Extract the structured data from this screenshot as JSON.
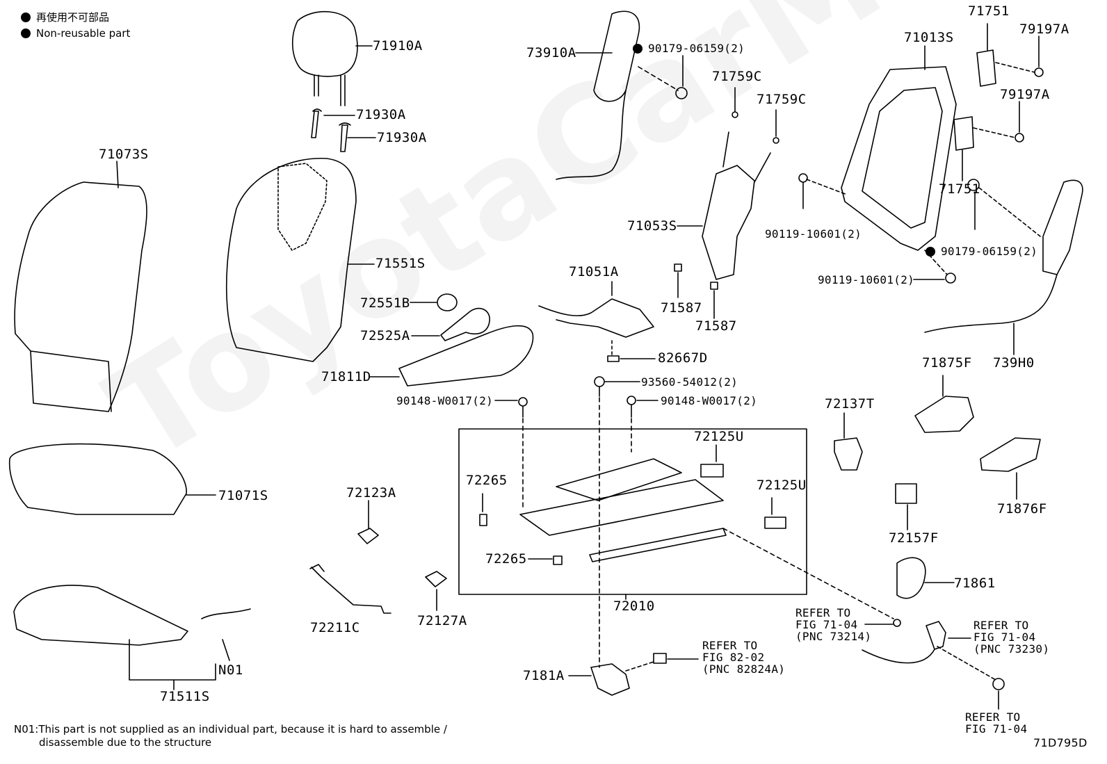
{
  "legend": {
    "jp_label": "再使用不可部品",
    "en_label": "Non-reusable part"
  },
  "watermark": "ToyotaCarMax.ru",
  "diagram_code": "71D795D",
  "footnote": {
    "line1": "N01:This part is not supplied as an individual part, because it is hard to assemble /",
    "line2": "disassemble due to the structure"
  },
  "parts": {
    "p71910A": "71910A",
    "p71930A_1": "71930A",
    "p71930A_2": "71930A",
    "p71073S": "71073S",
    "p71551S": "71551S",
    "p72551B": "72551B",
    "p72525A": "72525A",
    "p71811D": "71811D",
    "p71071S": "71071S",
    "p71511S": "71511S",
    "pN01": "N01",
    "p72211C": "72211C",
    "p72123A": "72123A",
    "p72127A": "72127A",
    "p73910A": "73910A",
    "p90179_1": "90179-06159(2)",
    "p71759C_1": "71759C",
    "p71759C_2": "71759C",
    "p71053S": "71053S",
    "p71051A": "71051A",
    "p71587_1": "71587",
    "p71587_2": "71587",
    "p82667D": "82667D",
    "p93560": "93560-54012(2)",
    "p90148_1": "90148-W0017(2)",
    "p90148_2": "90148-W0017(2)",
    "p72125U_1": "72125U",
    "p72125U_2": "72125U",
    "p72265_1": "72265",
    "p72265_2": "72265",
    "p72010": "72010",
    "p7181A": "7181A",
    "p71013S": "71013S",
    "p71751_1": "71751",
    "p71751_2": "71751",
    "p79197A_1": "79197A",
    "p79197A_2": "79197A",
    "p90119_1": "90119-10601(2)",
    "p90119_2": "90119-10601(2)",
    "p90179_2": "90179-06159(2)",
    "p739H0": "739H0",
    "p71875F": "71875F",
    "p72137T": "72137T",
    "p71876F": "71876F",
    "p72157F": "72157F",
    "p71861": "71861"
  },
  "refs": {
    "ref1_l1": "REFER TO",
    "ref1_l2": "FIG 82-02",
    "ref1_l3": "(PNC 82824A)",
    "ref2_l1": "REFER TO",
    "ref2_l2": "FIG 71-04",
    "ref2_l3": "(PNC 73214)",
    "ref3_l1": "REFER TO",
    "ref3_l2": "FIG 71-04",
    "ref3_l3": "(PNC 73230)",
    "ref4_l1": "REFER TO",
    "ref4_l2": "FIG 71-04"
  }
}
